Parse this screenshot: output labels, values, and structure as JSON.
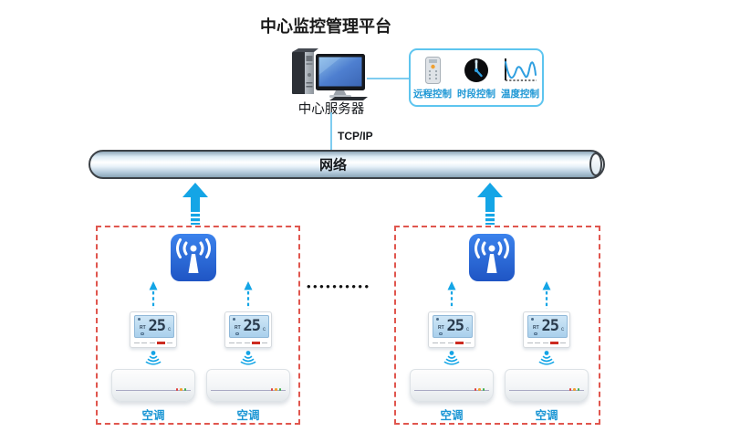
{
  "title": "中心监控管理平台",
  "server": {
    "label": "中心服务器",
    "icon": "desktop-server-icon"
  },
  "control_panel": {
    "items": [
      {
        "icon": "remote-control-icon",
        "label": "远程控制"
      },
      {
        "icon": "clock-icon",
        "label": "时段控制"
      },
      {
        "icon": "temperature-curve-icon",
        "label": "温度控制"
      }
    ]
  },
  "network": {
    "protocol_label": "TCP/IP",
    "bus_label": "网络"
  },
  "separator_dots": "••••••••••",
  "zones": [
    {
      "name": "zone-1",
      "gateway_icon": "wireless-gateway-icon",
      "devices": [
        {
          "thermostat": {
            "rt": "RT",
            "temp": "25",
            "unit": "c"
          },
          "ac_label": "空调"
        },
        {
          "thermostat": {
            "rt": "RT",
            "temp": "25",
            "unit": "c"
          },
          "ac_label": "空调"
        }
      ]
    },
    {
      "name": "zone-2",
      "gateway_icon": "wireless-gateway-icon",
      "devices": [
        {
          "thermostat": {
            "rt": "RT",
            "temp": "25",
            "unit": "c"
          },
          "ac_label": "空调"
        },
        {
          "thermostat": {
            "rt": "RT",
            "temp": "25",
            "unit": "c"
          },
          "ac_label": "空调"
        }
      ]
    }
  ],
  "colors": {
    "accent_blue_label": "#1b96d4",
    "arrow_cyan": "#14a5e6",
    "dashed_box_red": "#e0564e",
    "control_box_border": "#5ec5ef",
    "gateway_blue": "#2d6fe0",
    "thermostat_screen_blue": "#a9d0ec"
  }
}
